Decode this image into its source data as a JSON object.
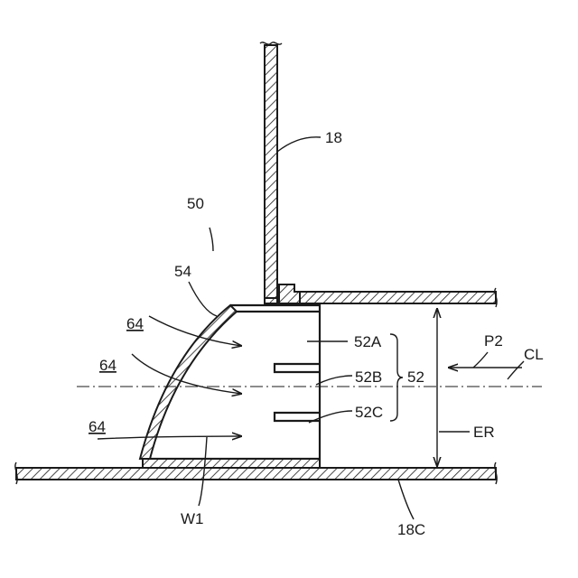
{
  "figure": {
    "labels": {
      "wall": "18",
      "assembly": "50",
      "curved_plate": "54",
      "inlet_top": "64",
      "inlet_mid": "64",
      "inlet_bottom": "64",
      "fin_a": "52A",
      "fin_b": "52B",
      "fin_c": "52C",
      "fin_group": "52",
      "direction": "P2",
      "centerline": "CL",
      "radius": "ER",
      "width": "W1",
      "floor": "18C"
    },
    "colors": {
      "line": "#1a1a1a",
      "background": "#ffffff"
    }
  }
}
